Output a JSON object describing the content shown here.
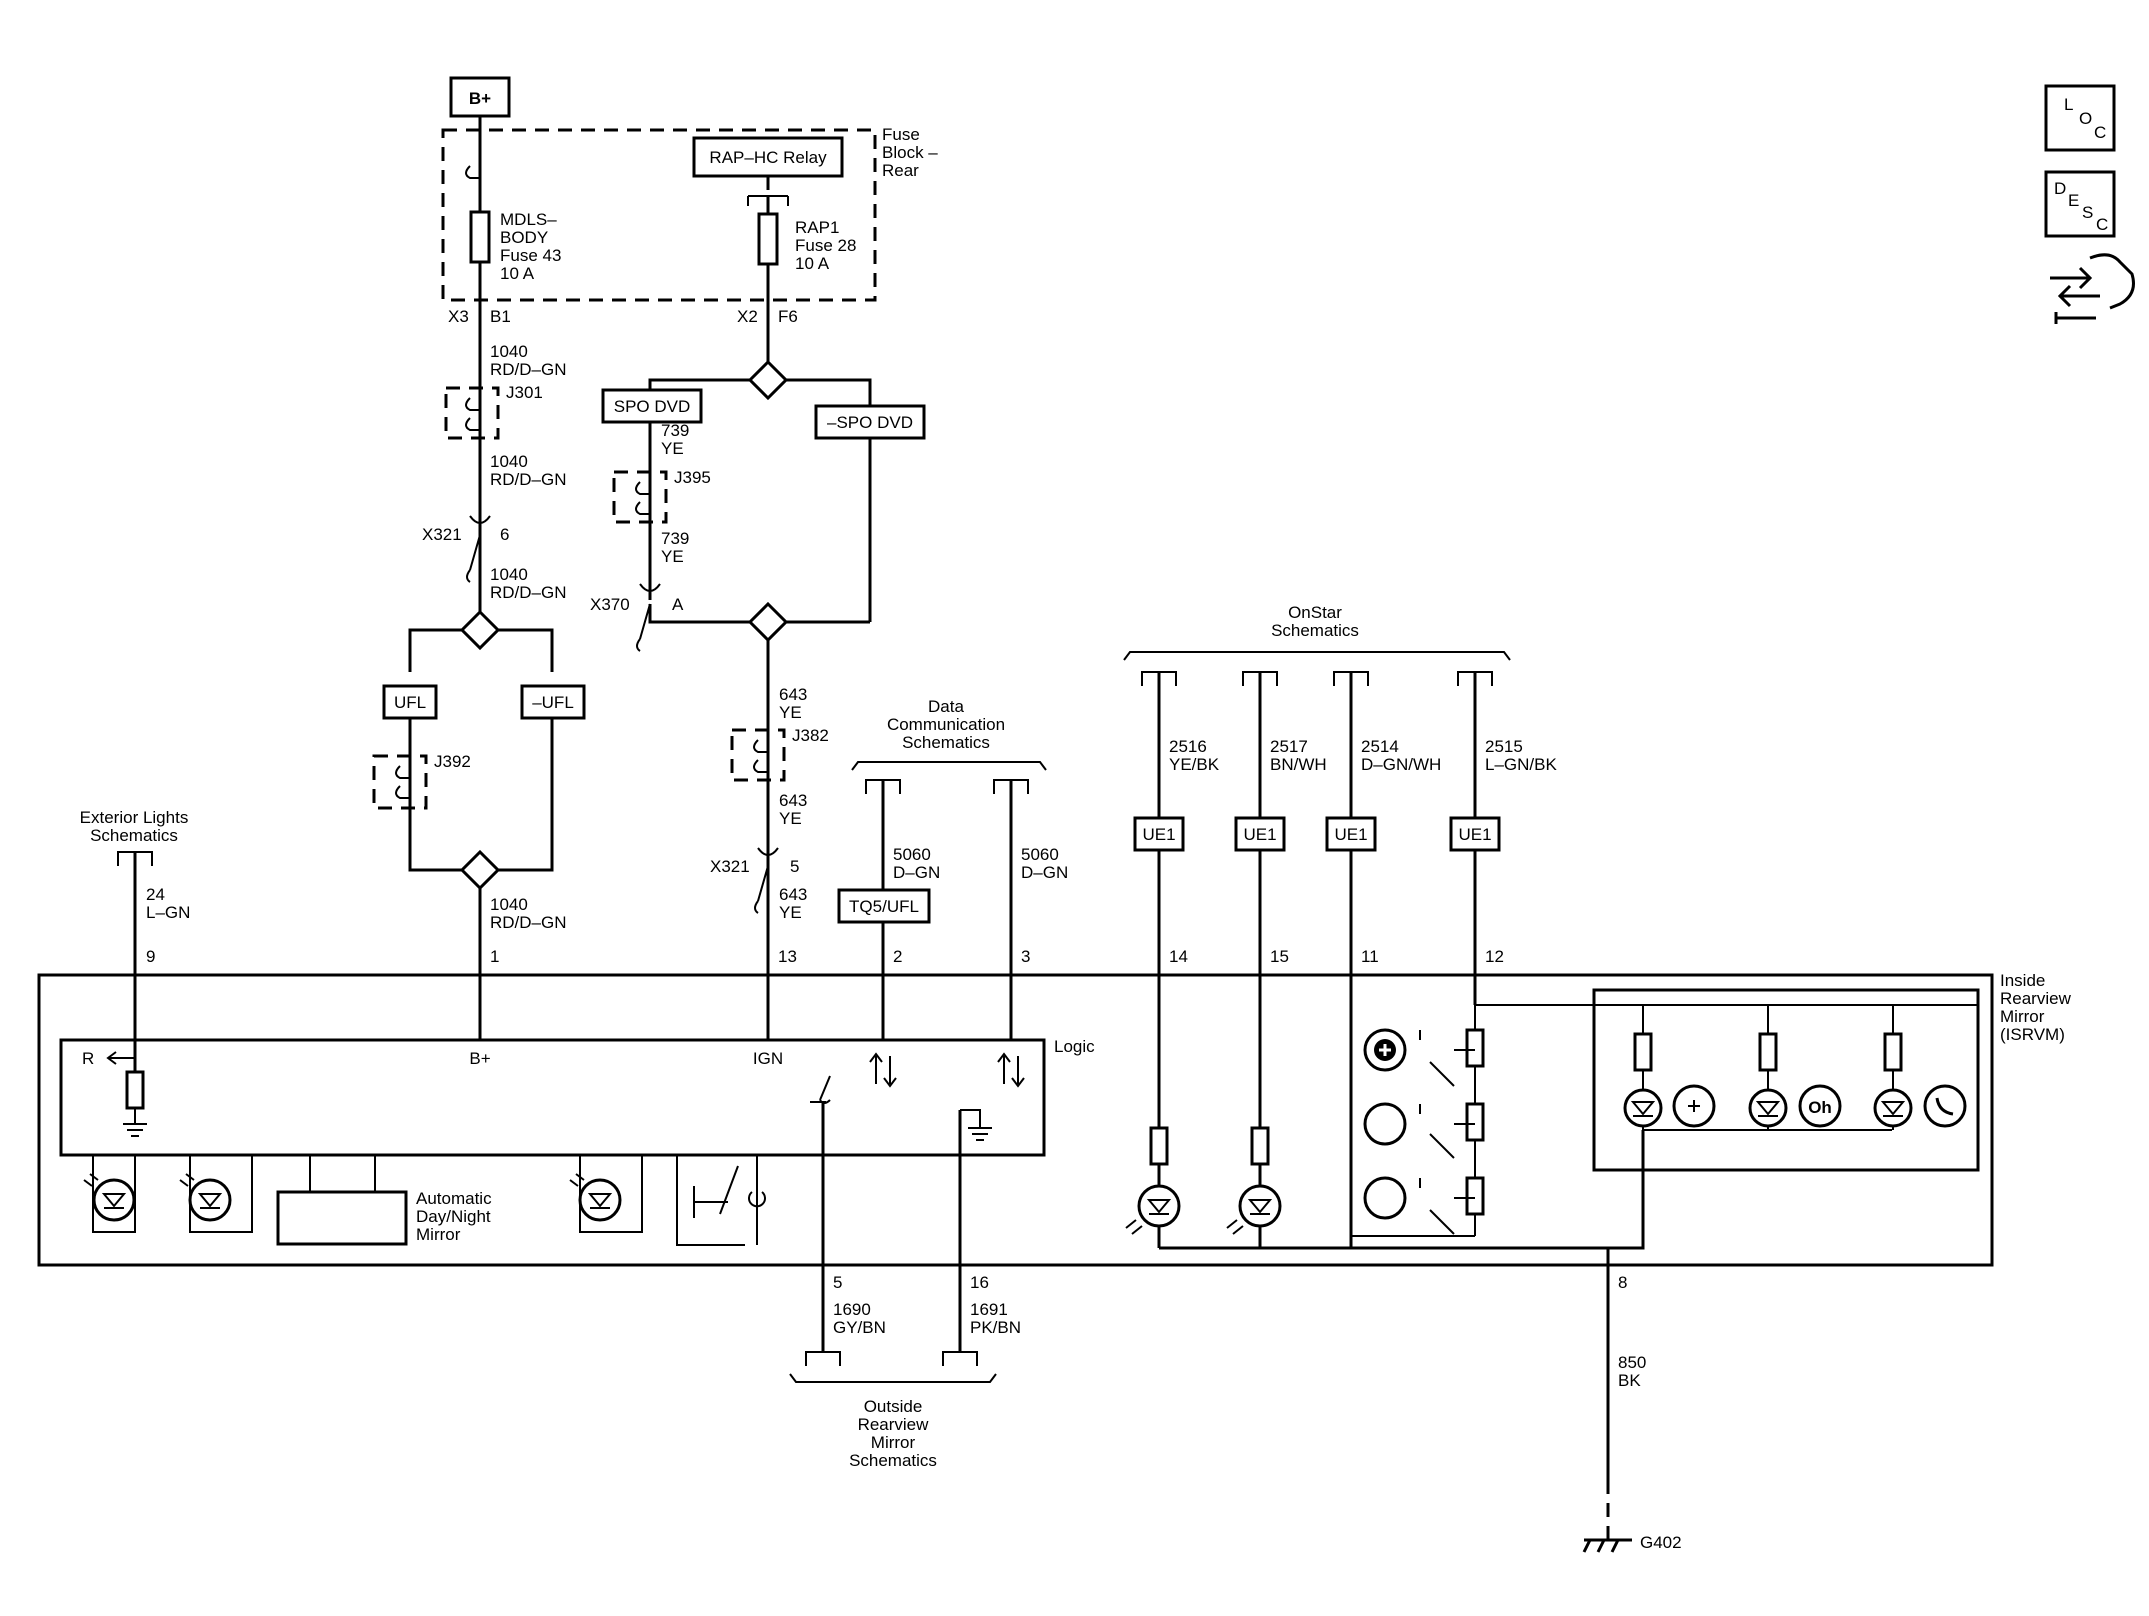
{
  "power": {
    "bplus": "B+",
    "relay": "RAP–HC Relay"
  },
  "fuse_block": {
    "l1": "Fuse",
    "l2": "Block –",
    "l3": "Rear"
  },
  "fuses": {
    "mdls": [
      "MDLS–",
      "BODY",
      "Fuse 43",
      "10 A"
    ],
    "rap": [
      "RAP1",
      "Fuse 28",
      "10 A"
    ]
  },
  "connectors": {
    "x3": "X3",
    "b1": "B1",
    "x2": "X2",
    "f6": "F6",
    "x321a": "X321",
    "x321a_pin": "6",
    "x370": "X370",
    "x370_pin": "A",
    "x321b": "X321",
    "x321b_pin": "5"
  },
  "splices": {
    "j301": "J301",
    "j395": "J395",
    "j392": "J392",
    "j382": "J382"
  },
  "options": {
    "spo": "SPO DVD",
    "nspo": "–SPO DVD",
    "ufl": "UFL",
    "nufl": "–UFL",
    "tq5": "TQ5/UFL",
    "ue1": "UE1"
  },
  "wires": {
    "w1040": "1040",
    "rd_dgn": "RD/D–GN",
    "w739": "739",
    "w643": "643",
    "ye": "YE",
    "w24": "24",
    "lgn": "L–GN",
    "w5060": "5060",
    "dgn": "D–GN",
    "w2516": "2516",
    "yebk": "YE/BK",
    "w2517": "2517",
    "bnwh": "BN/WH",
    "w2514": "2514",
    "dgnwh": "D–GN/WH",
    "w2515": "2515",
    "lgnbk": "L–GN/BK",
    "w1690": "1690",
    "gybn": "GY/BN",
    "w1691": "1691",
    "pkbn": "PK/BN",
    "w850": "850",
    "bk": "BK"
  },
  "pins": {
    "p9": "9",
    "p1": "1",
    "p13": "13",
    "p2": "2",
    "p3": "3",
    "p14": "14",
    "p15": "15",
    "p11": "11",
    "p12": "12",
    "p5": "5",
    "p16": "16",
    "p8": "8"
  },
  "references": {
    "exterior": [
      "Exterior Lights",
      "Schematics"
    ],
    "datacomm": [
      "Data",
      "Communication",
      "Schematics"
    ],
    "onstar": [
      "OnStar",
      "Schematics"
    ],
    "outside": [
      "Outside",
      "Rearview",
      "Mirror",
      "Schematics"
    ]
  },
  "module": {
    "name": [
      "Inside",
      "Rearview",
      "Mirror",
      "(ISRVM)"
    ],
    "logic": "Logic",
    "r": "R",
    "bplus": "B+",
    "ign": "IGN",
    "autodim": [
      "Automatic",
      "Day/Night",
      "Mirror"
    ]
  },
  "ground": {
    "g402": "G402"
  },
  "nav": {
    "loc": {
      "l": "L",
      "o": "O",
      "c": "C"
    },
    "desc": {
      "d": "D",
      "e": "E",
      "s": "S",
      "c": "C"
    }
  }
}
